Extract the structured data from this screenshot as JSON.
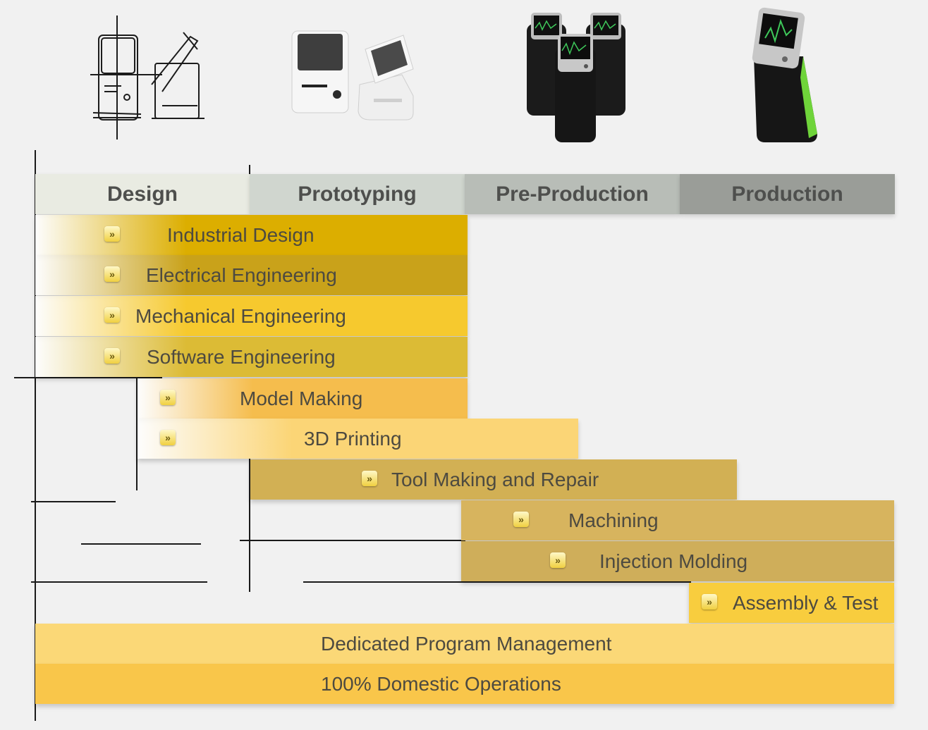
{
  "phases": [
    "Design",
    "Prototyping",
    "Pre-Production",
    "Production"
  ],
  "capabilities": [
    {
      "label": "Industrial Design",
      "color": "#dcae00"
    },
    {
      "label": "Electrical Engineering",
      "color": "#c9a21a"
    },
    {
      "label": "Mechanical Engineering",
      "color": "#f6c92e"
    },
    {
      "label": "Software Engineering",
      "color": "#dcbb35"
    },
    {
      "label": "Model Making",
      "color": "#f5bd4d"
    },
    {
      "label": "3D Printing",
      "color": "#fbd576"
    },
    {
      "label": "Tool Making and Repair",
      "color": "#d2b054"
    },
    {
      "label": "Machining",
      "color": "#d7b45e"
    },
    {
      "label": "Injection Molding",
      "color": "#cfae5a"
    },
    {
      "label": "Assembly & Test",
      "color": "#f8cd3e"
    },
    {
      "label": "Dedicated Program Management",
      "color": "#fbd877"
    },
    {
      "label": "100% Domestic Operations",
      "color": "#f9c64a"
    }
  ],
  "icons": {
    "arrow": "double-chevron-right-icon",
    "design": "kiosk-sketch-illustration",
    "prototyping": "white-prototype-devices-illustration",
    "pre_production": "black-device-group-illustration",
    "production": "black-green-device-illustration"
  },
  "colors": {
    "background": "#f1f1f1",
    "text": "#4d4a40",
    "device_screen_trace": "#3ec85a",
    "device_accent": "#6fd43a"
  }
}
